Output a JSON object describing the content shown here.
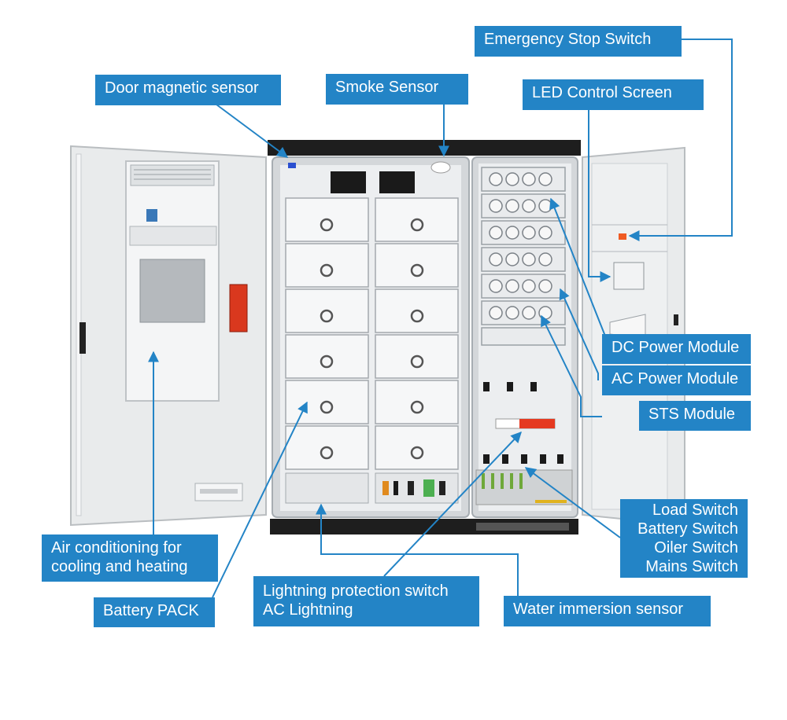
{
  "accent_color": "#2384c6",
  "labels": {
    "emergency_stop": "Emergency Stop Switch",
    "door_sensor": "Door magnetic sensor",
    "smoke_sensor": "Smoke Sensor",
    "led_screen": "LED Control Screen",
    "dc_power": "DC Power Module",
    "ac_power": "AC Power Module",
    "sts_module": "STS Module",
    "switches": [
      "Load Switch",
      "Battery Switch",
      "Oiler Switch",
      "Mains Switch"
    ],
    "air_conditioning": [
      "Air conditioning for",
      "cooling and heating"
    ],
    "battery_pack": "Battery PACK",
    "lightning": [
      "Lightning protection switch",
      "AC Lightning"
    ],
    "water_sensor": "Water immersion sensor"
  }
}
